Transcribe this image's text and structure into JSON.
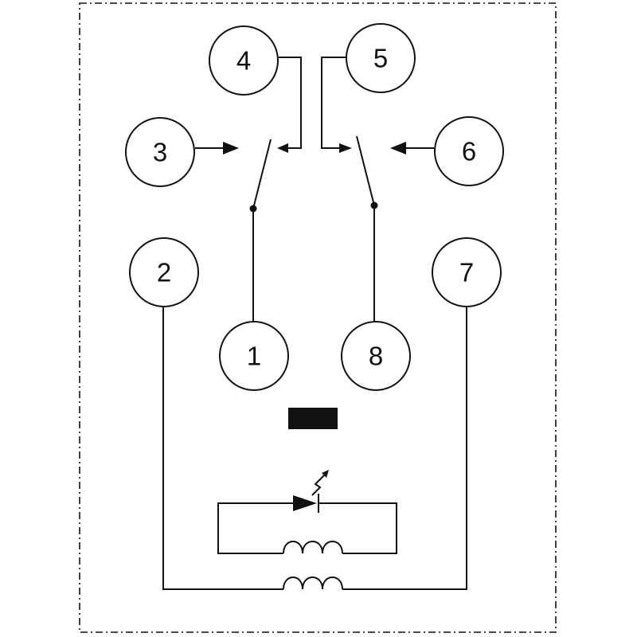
{
  "pins": [
    {
      "id": "pin-1",
      "label": "1"
    },
    {
      "id": "pin-2",
      "label": "2"
    },
    {
      "id": "pin-3",
      "label": "3"
    },
    {
      "id": "pin-4",
      "label": "4"
    },
    {
      "id": "pin-5",
      "label": "5"
    },
    {
      "id": "pin-6",
      "label": "6"
    },
    {
      "id": "pin-7",
      "label": "7"
    },
    {
      "id": "pin-8",
      "label": "8"
    }
  ],
  "colors": {
    "line": "#111111",
    "background": "#ffffff"
  }
}
